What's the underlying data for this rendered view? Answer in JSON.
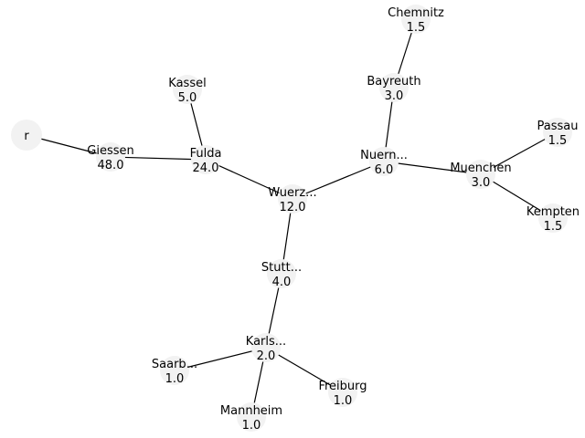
{
  "graph": {
    "colors": {
      "node_fill": "#f2f2f2",
      "edge": "#000000",
      "text": "#000000"
    },
    "nodes": [
      {
        "id": "r",
        "label": "r",
        "value": ""
      },
      {
        "id": "giessen",
        "label": "Giessen",
        "value": "48.0"
      },
      {
        "id": "fulda",
        "label": "Fulda",
        "value": "24.0"
      },
      {
        "id": "kassel",
        "label": "Kassel",
        "value": "5.0"
      },
      {
        "id": "wuerz",
        "label": "Wuerz...",
        "value": "12.0"
      },
      {
        "id": "nuern",
        "label": "Nuern...",
        "value": "6.0"
      },
      {
        "id": "bayreuth",
        "label": "Bayreuth",
        "value": "3.0"
      },
      {
        "id": "chemnitz",
        "label": "Chemnitz",
        "value": "1.5"
      },
      {
        "id": "muenchen",
        "label": "Muenchen",
        "value": "3.0"
      },
      {
        "id": "passau",
        "label": "Passau",
        "value": "1.5"
      },
      {
        "id": "kempten",
        "label": "Kempten",
        "value": "1.5"
      },
      {
        "id": "stutt",
        "label": "Stutt...",
        "value": "4.0"
      },
      {
        "id": "karls",
        "label": "Karls...",
        "value": "2.0"
      },
      {
        "id": "saarb",
        "label": "Saarb...",
        "value": "1.0"
      },
      {
        "id": "mannheim",
        "label": "Mannheim",
        "value": "1.0"
      },
      {
        "id": "freiburg",
        "label": "Freiburg",
        "value": "1.0"
      }
    ],
    "edges": [
      [
        "r",
        "giessen"
      ],
      [
        "giessen",
        "fulda"
      ],
      [
        "fulda",
        "kassel"
      ],
      [
        "fulda",
        "wuerz"
      ],
      [
        "wuerz",
        "nuern"
      ],
      [
        "wuerz",
        "stutt"
      ],
      [
        "nuern",
        "bayreuth"
      ],
      [
        "bayreuth",
        "chemnitz"
      ],
      [
        "nuern",
        "muenchen"
      ],
      [
        "muenchen",
        "passau"
      ],
      [
        "muenchen",
        "kempten"
      ],
      [
        "stutt",
        "karls"
      ],
      [
        "karls",
        "saarb"
      ],
      [
        "karls",
        "mannheim"
      ],
      [
        "karls",
        "freiburg"
      ]
    ]
  }
}
